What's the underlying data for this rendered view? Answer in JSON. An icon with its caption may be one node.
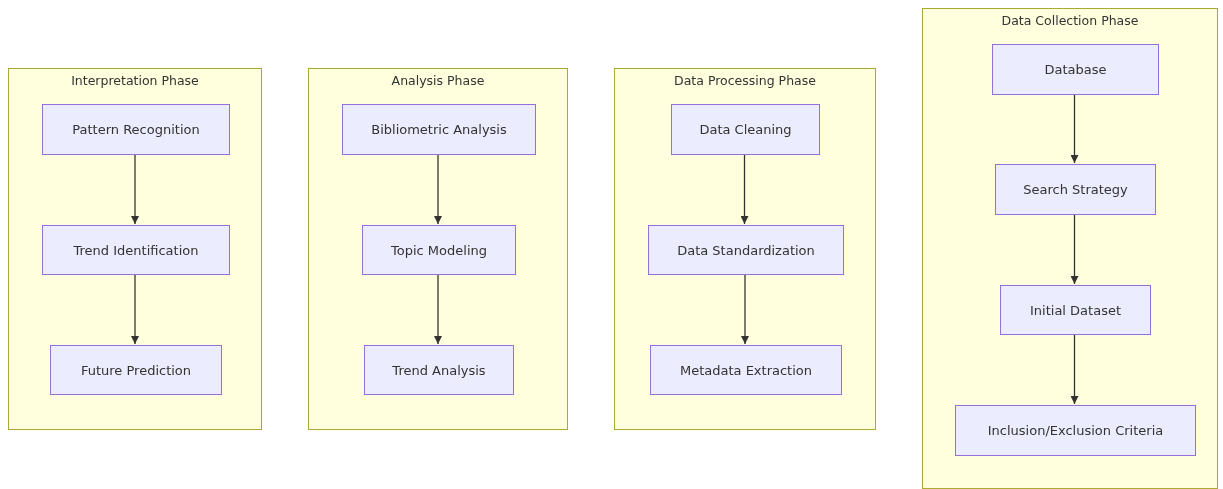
{
  "diagram": {
    "nodes": [
      {
        "text": [
          "Interpretation Phase"
        ]
      },
      {
        "text": [
          "Pattern Recognition"
        ],
        "in": 0
      },
      {
        "text": [
          "Trend Identification"
        ],
        "in": 0
      },
      {
        "text": [
          "Future Prediction"
        ],
        "in": 0
      },
      {
        "text": [
          "Analysis Phase"
        ]
      },
      {
        "text": [
          "Bibliometric Analysis"
        ],
        "in": 4
      },
      {
        "text": [
          "Topic Modeling"
        ],
        "in": 4
      },
      {
        "text": [
          "Trend Analysis"
        ],
        "in": 4
      },
      {
        "text": [
          "Data Processing Phase"
        ]
      },
      {
        "text": [
          "Data Cleaning"
        ],
        "in": 8
      },
      {
        "text": [
          "Data Standardization"
        ],
        "in": 8
      },
      {
        "text": [
          "Metadata Extraction"
        ],
        "in": 8
      },
      {
        "text": [
          "Data Collection Phase"
        ]
      },
      {
        "text": [
          "Database"
        ],
        "in": 12
      },
      {
        "text": [
          "Search Strategy"
        ],
        "in": 12
      },
      {
        "text": [
          "Initial Dataset"
        ],
        "in": 12
      },
      {
        "text": [
          "Inclusion/Exclusion Criteria"
        ],
        "in": 12
      }
    ],
    "edges": [
      {
        "from": 1,
        "to": 2,
        "arrow": "to"
      },
      {
        "from": 2,
        "to": 3,
        "arrow": "to"
      },
      {
        "from": 5,
        "to": 6,
        "arrow": "to"
      },
      {
        "from": 6,
        "to": 7,
        "arrow": "to"
      },
      {
        "from": 9,
        "to": 10,
        "arrow": "to"
      },
      {
        "from": 10,
        "to": 11,
        "arrow": "to"
      },
      {
        "from": 13,
        "to": 14,
        "arrow": "to"
      },
      {
        "from": 14,
        "to": 15,
        "arrow": "to"
      },
      {
        "from": 15,
        "to": 16,
        "arrow": "to"
      }
    ]
  }
}
